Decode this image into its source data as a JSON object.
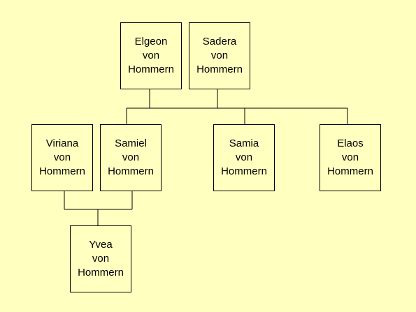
{
  "colors": {
    "background": "#ffffc0",
    "line": "#000000",
    "text": "#000000"
  },
  "people": {
    "elgeon": {
      "name": "Elgeon\nvon\nHommern"
    },
    "sadera": {
      "name": "Sadera\nvon\nHommern"
    },
    "viriana": {
      "name": "Viriana\nvon\nHommern"
    },
    "samiel": {
      "name": "Samiel\nvon\nHommern"
    },
    "samia": {
      "name": "Samia\nvon\nHommern"
    },
    "elaos": {
      "name": "Elaos\nvon\nHommern"
    },
    "yvea": {
      "name": "Yvea\nvon\nHommern"
    }
  },
  "unions": [
    {
      "partners": [
        "elgeon",
        "sadera"
      ],
      "children": [
        "samiel",
        "samia",
        "elaos"
      ]
    },
    {
      "partners": [
        "viriana",
        "samiel"
      ],
      "children": [
        "yvea"
      ]
    }
  ]
}
